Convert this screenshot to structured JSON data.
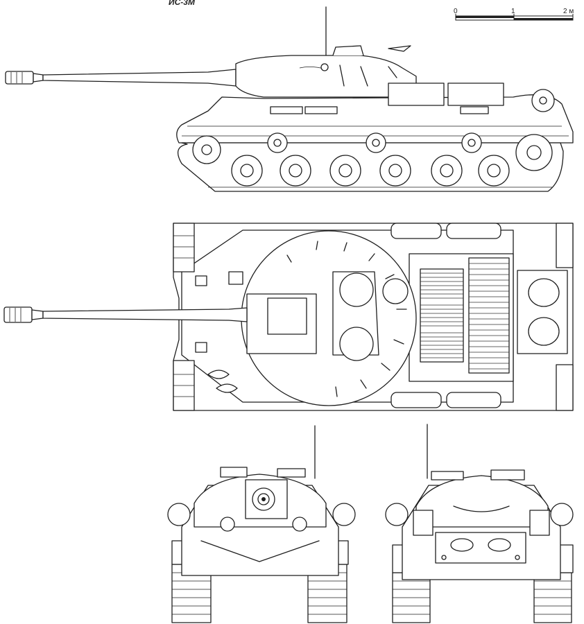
{
  "title": "ИС-3М",
  "scale_bar": {
    "ticks": [
      "0",
      "1",
      "2 м"
    ]
  },
  "views": [
    "side",
    "top",
    "front",
    "rear"
  ],
  "colors": {
    "ink": "#1e1e1e",
    "paper": "#ffffff"
  }
}
